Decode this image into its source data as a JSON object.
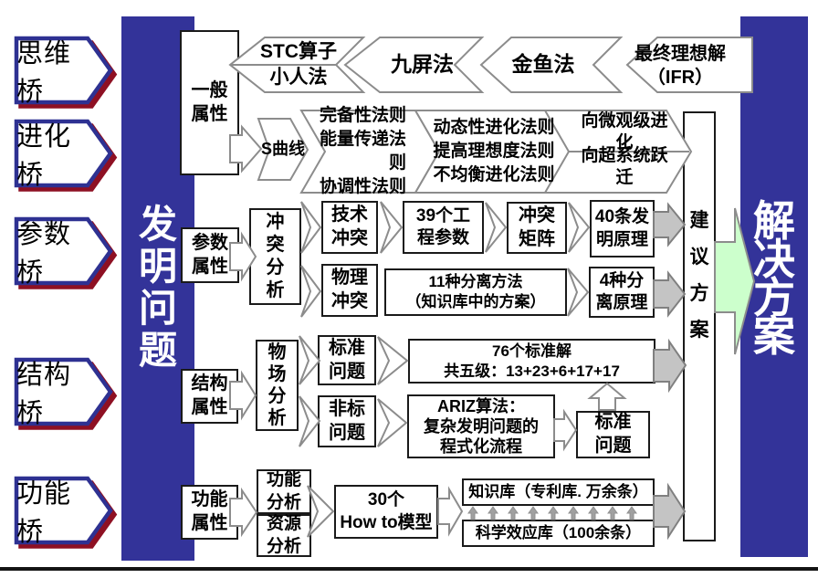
{
  "colors": {
    "navy_bar": "#333399",
    "bridge_border": "#2e3192",
    "bridge_shadow": "#8e1023",
    "arrow_gray": "#c4c4c4",
    "suggestion_arrow_green": "#ccffcc",
    "box_border": "#1a1a1a",
    "banner_stroke": "#8c8c8c"
  },
  "bridges": [
    {
      "label": "思维桥"
    },
    {
      "label": "进化桥"
    },
    {
      "label": "参数桥"
    },
    {
      "label": "结构桥"
    },
    {
      "label": "功能桥"
    }
  ],
  "invention_bar": {
    "label": "发\n明\n问\n题"
  },
  "solution_bar": {
    "label": "解\n决\n方\n案"
  },
  "suggestion": {
    "label": "建\n议\n方\n案"
  },
  "general": {
    "attribute": "一般\n属性",
    "tools": [
      "STC算子\n小人法",
      "九屏法",
      "金鱼法",
      "最终理想解\n（IFR）"
    ],
    "s_curve": "S曲线",
    "rules1": "完备性法则\n能量传递法则\n协调性法则",
    "rules2": "动态性进化法则\n提高理想度法则\n不均衡进化法则",
    "path_micro": "向微观级进化",
    "path_super": "向超系统跃迁"
  },
  "parameter": {
    "attribute": "参数\n属性",
    "conflict_analysis": "冲\n突\n分\n析",
    "technical_conflict": "技术\n冲突",
    "engineering_parameters": "39个工\n程参数",
    "conflict_matrix": "冲突\n矩阵",
    "invention_principles": "40条发\n明原理",
    "physical_conflict": "物理\n冲突",
    "separation_methods": "11种分离方法\n（知识库中的方案）",
    "separation_principles": "4种分\n离原理"
  },
  "structure": {
    "attribute": "结构\n属性",
    "su_field_analysis": "物\n场\n分\n析",
    "standard_problem": "标准\n问题",
    "standard_solutions": "76个标准解\n共五级：13+23+6+17+17",
    "nonstandard_problem": "非标\n问题",
    "ariz": "ARIZ算法：\n复杂发明问题的\n程式化流程",
    "standard_problem_2": "标准\n问题"
  },
  "function": {
    "attribute": "功能\n属性",
    "function_analysis": "功能\n分析",
    "resource_analysis": "资源\n分析",
    "how_to_models": "30个\nHow to模型",
    "knowledge_base": "知识库（专利库. 万余条）",
    "effects_base": "科学效应库（100余条）"
  }
}
